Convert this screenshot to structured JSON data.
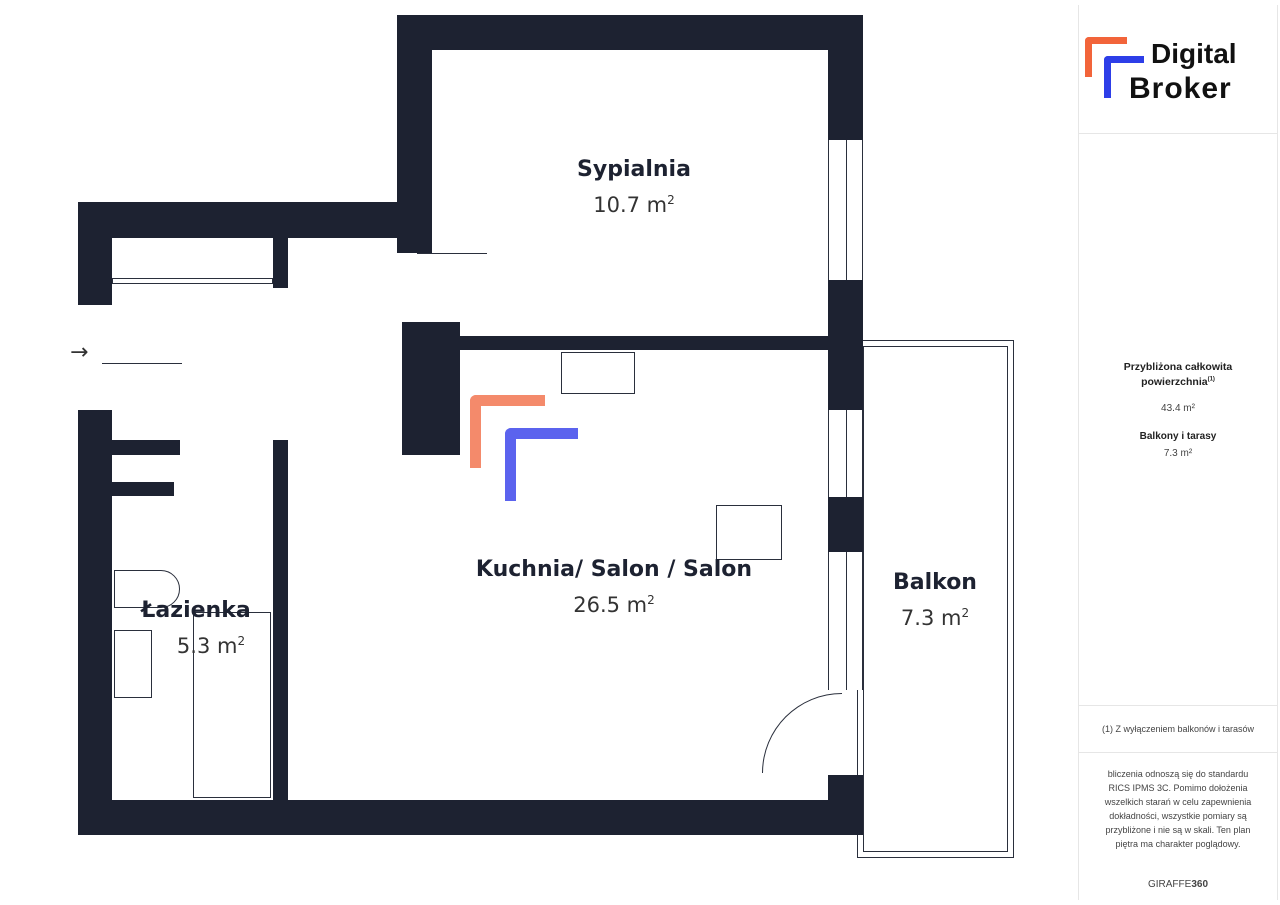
{
  "rooms": {
    "bedroom": {
      "name": "Sypialnia",
      "area": "10.7 m",
      "sup": "2"
    },
    "living": {
      "name": "Kuchnia/ Salon / Salon",
      "area": "26.5 m",
      "sup": "2"
    },
    "bathroom": {
      "name": "Łazienka",
      "area": "5.3 m",
      "sup": "2"
    },
    "balcony": {
      "name": "Balkon",
      "area": "7.3 m",
      "sup": "2"
    }
  },
  "logo": {
    "line1": "Digital",
    "line2": "Broker",
    "orange": "#f2643a",
    "blue": "#2d3ee8"
  },
  "summary": {
    "total_label": "Przybliżona całkowita powierzchnia",
    "total_note": "(1)",
    "total_value": "43.4 m²",
    "balcony_label": "Balkony i tarasy",
    "balcony_value": "7.3 m²"
  },
  "footnote": "(1) Z wyłączeniem balkonów i tarasów",
  "disclaimer": "bliczenia odnoszą się do standardu RICS IPMS 3C. Pomimo dołożenia wszelkich starań w celu zapewnienia dokładności, wszystkie pomiary są przybliżone i nie są w skali. Ten plan piętra ma charakter poglądowy.",
  "credit": {
    "a": "GIRAFFE",
    "b": "360"
  },
  "entrance_arrow": "→"
}
